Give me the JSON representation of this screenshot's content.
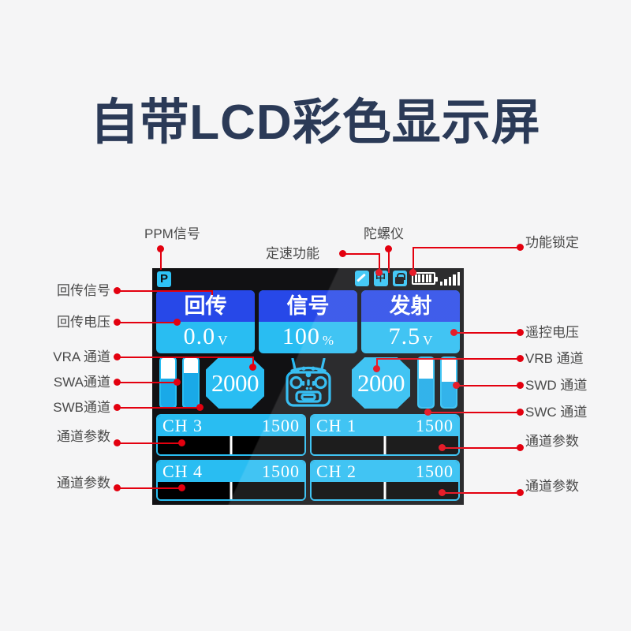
{
  "page": {
    "background_color": "#f5f5f6",
    "title": "自带LCD彩色显示屏",
    "title_color": "#2b3a57",
    "accent_color": "#e3000f"
  },
  "callouts": {
    "top": [
      {
        "id": "ppm-signal",
        "label": "PPM信号"
      },
      {
        "id": "cruise-function",
        "label": "定速功能"
      },
      {
        "id": "gyroscope",
        "label": "陀螺仪"
      }
    ],
    "left": [
      {
        "id": "telemetry-signal",
        "label": "回传信号"
      },
      {
        "id": "telemetry-voltage",
        "label": "回传电压"
      },
      {
        "id": "vra-channel",
        "label": "VRA 通道"
      },
      {
        "id": "swa-channel",
        "label": "SWA通道"
      },
      {
        "id": "swb-channel",
        "label": "SWB通道"
      },
      {
        "id": "channel-params-left-1",
        "label": "通道参数"
      },
      {
        "id": "channel-params-left-2",
        "label": "通道参数"
      }
    ],
    "right": [
      {
        "id": "function-lock",
        "label": "功能锁定"
      },
      {
        "id": "remote-voltage",
        "label": "遥控电压"
      },
      {
        "id": "vrb-channel",
        "label": "VRB 通道"
      },
      {
        "id": "swd-channel",
        "label": "SWD 通道"
      },
      {
        "id": "swc-channel",
        "label": "SWC 通道"
      },
      {
        "id": "channel-params-right-1",
        "label": "通道参数"
      },
      {
        "id": "channel-params-right-2",
        "label": "通道参数"
      }
    ]
  },
  "lcd": {
    "screen_color": "#111113",
    "accent_cyan": "#29bdf2",
    "accent_blue": "#2748e8",
    "status_bar": {
      "ppm_icon_label": "P",
      "gyro_icon_label": "中",
      "battery_bars": 5,
      "signal_bars": 5
    },
    "info_cards": [
      {
        "id": "telemetry",
        "title": "回传",
        "value": "0.0",
        "unit": "V"
      },
      {
        "id": "signal",
        "title": "信号",
        "value": "100",
        "unit": "%"
      },
      {
        "id": "transmit",
        "title": "发射",
        "value": "7.5",
        "unit": "V"
      }
    ],
    "sliders": [
      {
        "id": "swa",
        "fill_percent": 62
      },
      {
        "id": "swb",
        "fill_percent": 72
      },
      {
        "id": "swc",
        "fill_percent": 62
      },
      {
        "id": "swd",
        "fill_percent": 55
      }
    ],
    "octagons": [
      {
        "id": "vra",
        "value": "2000"
      },
      {
        "id": "vrb",
        "value": "2000"
      }
    ],
    "channels": [
      {
        "id": "ch3",
        "name": "CH  3",
        "value": "1500"
      },
      {
        "id": "ch1",
        "name": "CH  1",
        "value": "1500"
      },
      {
        "id": "ch4",
        "name": "CH  4",
        "value": "1500"
      },
      {
        "id": "ch2",
        "name": "CH  2",
        "value": "1500"
      }
    ]
  }
}
